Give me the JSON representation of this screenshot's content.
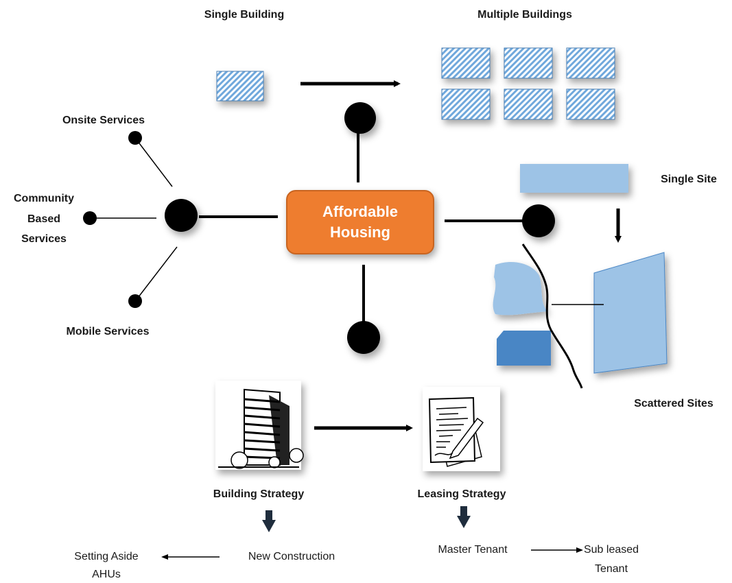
{
  "center": {
    "line1": "Affordable",
    "line2": "Housing",
    "color": "#ee7d2f"
  },
  "top": {
    "single_building": "Single Building",
    "multiple_buildings": "Multiple Buildings"
  },
  "left": {
    "onsite_services": "Onsite Services",
    "community_line1": "Community",
    "community_line2": "Based",
    "community_line3": "Services",
    "mobile_services": "Mobile Services"
  },
  "right": {
    "single_site": "Single Site",
    "scattered_sites": "Scattered Sites"
  },
  "bottom": {
    "building_strategy": "Building Strategy",
    "leasing_strategy": "Leasing Strategy",
    "new_construction": "New Construction",
    "setting_aside_line1": "Setting Aside",
    "setting_aside_line2": "AHUs",
    "master_tenant": "Master Tenant",
    "sub_leased_line1": "Sub leased",
    "sub_leased_line2": "Tenant"
  },
  "colors": {
    "building_blue": "#9dc3e6",
    "site_blue": "#9dc3e6",
    "site_dark_blue": "#4a86c5",
    "node_black": "#000000"
  },
  "icons": [
    "building-icon",
    "lease-document-icon"
  ]
}
